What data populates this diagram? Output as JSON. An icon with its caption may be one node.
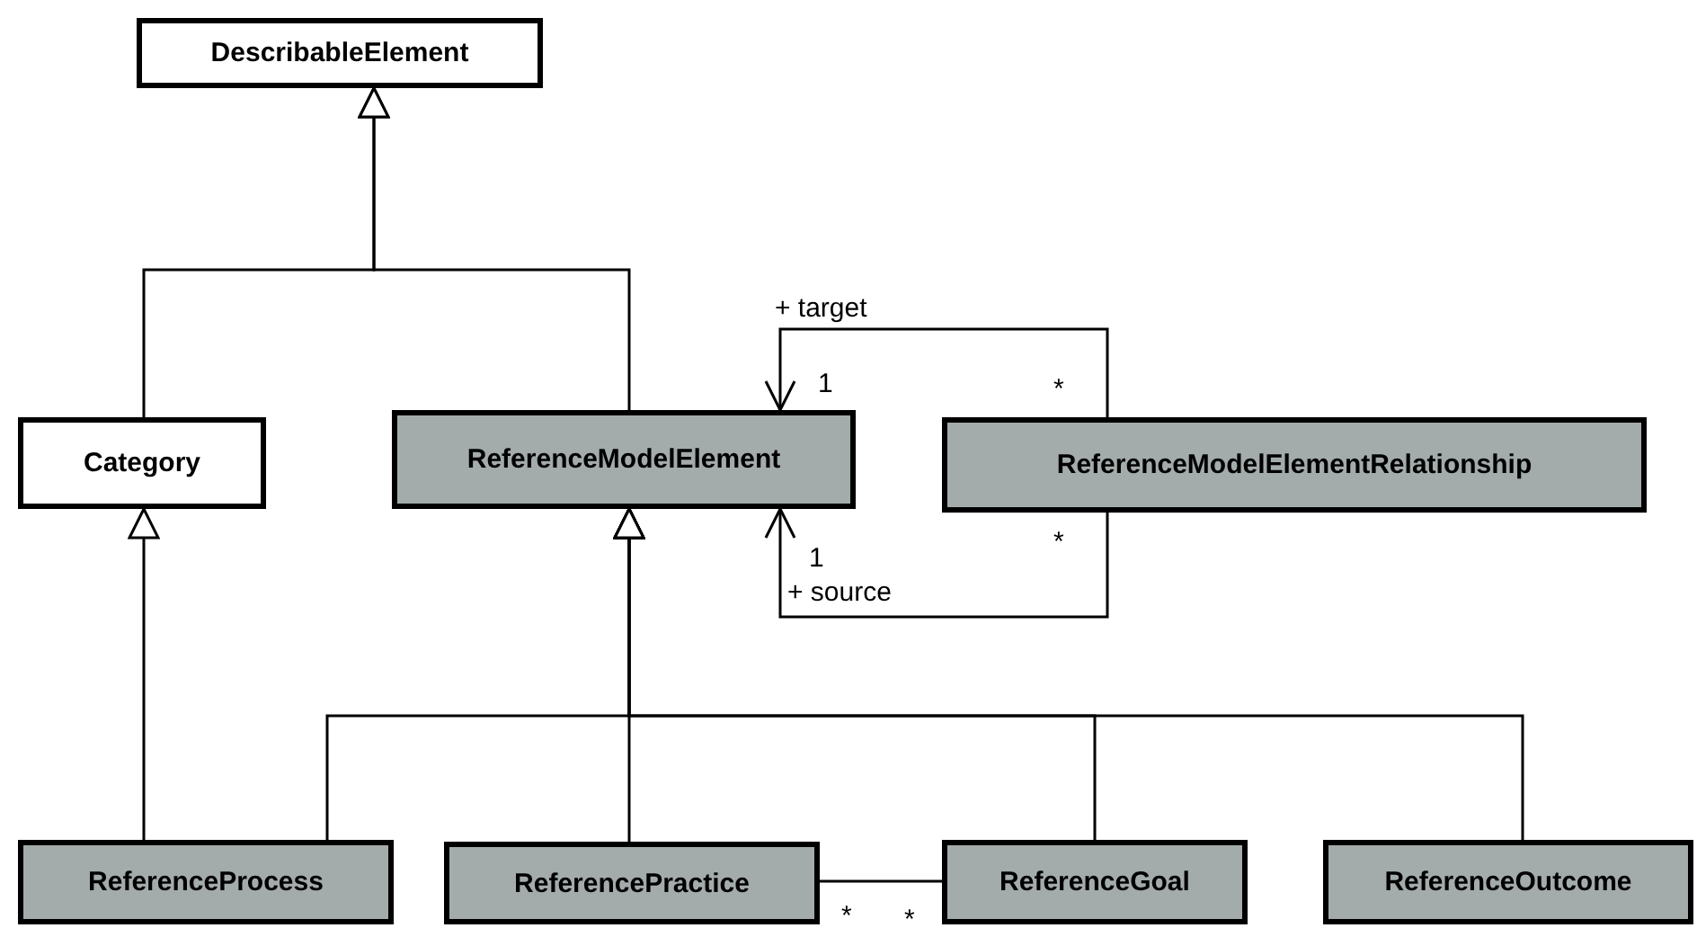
{
  "diagram": {
    "nodes": [
      {
        "text": [
          "DescribableElement"
        ]
      },
      {
        "text": [
          "Category"
        ]
      },
      {
        "text": [
          "ReferenceModelElement"
        ]
      },
      {
        "text": [
          "ReferenceModelElementRelationship"
        ]
      },
      {
        "text": [
          "ReferenceProcess"
        ]
      },
      {
        "text": [
          "ReferencePractice"
        ]
      },
      {
        "text": [
          "ReferenceGoal"
        ]
      },
      {
        "text": [
          "ReferenceOutcome"
        ]
      }
    ],
    "edges": [
      {
        "from": 1,
        "to": 0,
        "arrow": "to"
      },
      {
        "from": 2,
        "to": 0,
        "arrow": "to"
      },
      {
        "from": 4,
        "to": 1,
        "arrow": "to"
      },
      {
        "from": 4,
        "to": 2,
        "arrow": "to"
      },
      {
        "from": 5,
        "to": 2,
        "arrow": "to"
      },
      {
        "from": 6,
        "to": 2,
        "arrow": "to"
      },
      {
        "from": 7,
        "to": 2,
        "arrow": "to"
      },
      {
        "from": 3,
        "to": 2,
        "arrow": "to",
        "label": "+ target"
      },
      {
        "from": 3,
        "to": 2,
        "arrow": "to",
        "label": "+ source"
      },
      {
        "from": 5,
        "to": 6,
        "arrow": "none"
      }
    ],
    "labels": [
      "1",
      "*",
      "1",
      "*",
      "*",
      "*"
    ]
  }
}
